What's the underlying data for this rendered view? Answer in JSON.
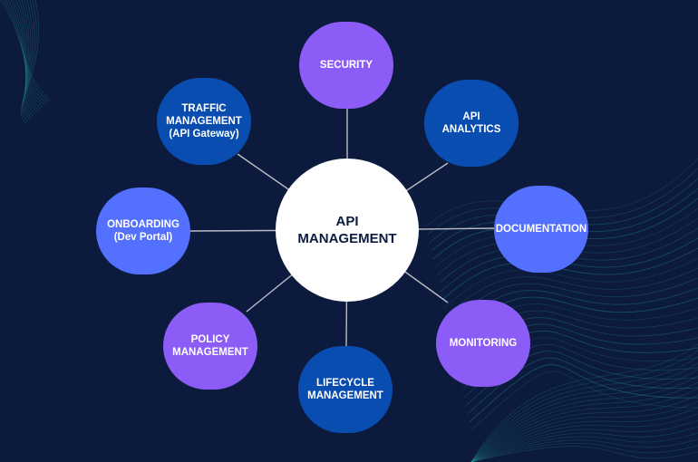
{
  "colors": {
    "background": "#0c1b3d",
    "center": "#ffffff",
    "purple": "#8c5cf6",
    "dark_blue": "#0a4db0",
    "light_blue": "#5470ff",
    "connector": "#b8bcc8",
    "wave": "#2fa8a0"
  },
  "center": {
    "lines": [
      "API",
      "MANAGEMENT"
    ]
  },
  "nodes": {
    "security": {
      "lines": [
        "SECURITY"
      ]
    },
    "analytics": {
      "lines": [
        "API",
        "ANALYTICS"
      ]
    },
    "documentation": {
      "lines": [
        "DOCUMENTATION"
      ]
    },
    "monitoring": {
      "lines": [
        "MONITORING"
      ]
    },
    "lifecycle": {
      "lines": [
        "LIFECYCLE",
        "MANAGEMENT"
      ]
    },
    "policy": {
      "lines": [
        "POLICY",
        "MANAGEMENT"
      ]
    },
    "onboarding": {
      "lines": [
        "ONBOARDING",
        "(Dev Portal)"
      ]
    },
    "traffic": {
      "lines": [
        "TRAFFIC",
        "MANAGEMENT",
        "(API Gateway)"
      ]
    }
  }
}
